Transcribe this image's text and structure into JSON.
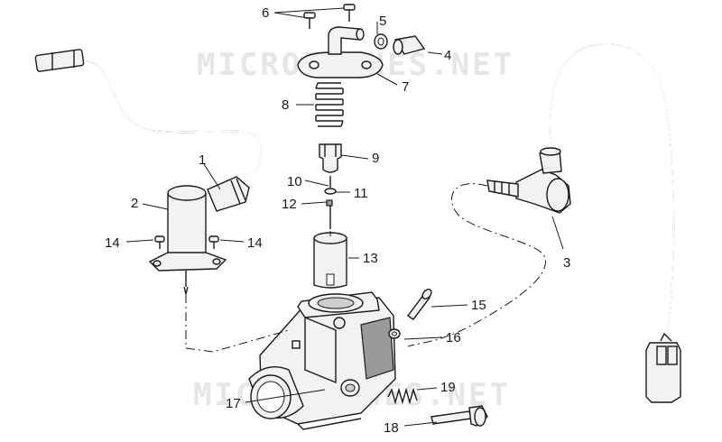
{
  "watermark": {
    "top_text": "MICROFICHES.NET",
    "bottom_text": "MICROFICHES.NET"
  },
  "callouts": [
    {
      "id": "6",
      "text": "6"
    },
    {
      "id": "5",
      "text": "5"
    },
    {
      "id": "4",
      "text": "4"
    },
    {
      "id": "7",
      "text": "7"
    },
    {
      "id": "8",
      "text": "8"
    },
    {
      "id": "9",
      "text": "9"
    },
    {
      "id": "10",
      "text": "10"
    },
    {
      "id": "11",
      "text": "11"
    },
    {
      "id": "12",
      "text": "12"
    },
    {
      "id": "13",
      "text": "13"
    },
    {
      "id": "1",
      "text": "1"
    },
    {
      "id": "2",
      "text": "2"
    },
    {
      "id": "14a",
      "text": "14"
    },
    {
      "id": "14b",
      "text": "14"
    },
    {
      "id": "3",
      "text": "3"
    },
    {
      "id": "15",
      "text": "15"
    },
    {
      "id": "16",
      "text": "16"
    },
    {
      "id": "17",
      "text": "17"
    },
    {
      "id": "19",
      "text": "19"
    },
    {
      "id": "18",
      "text": "18"
    }
  ],
  "colors": {
    "line": "#1a1a1a",
    "part_fill": "#f2f2f2",
    "shade": "#9a9a9a",
    "watermark": "#e6e6e6"
  }
}
